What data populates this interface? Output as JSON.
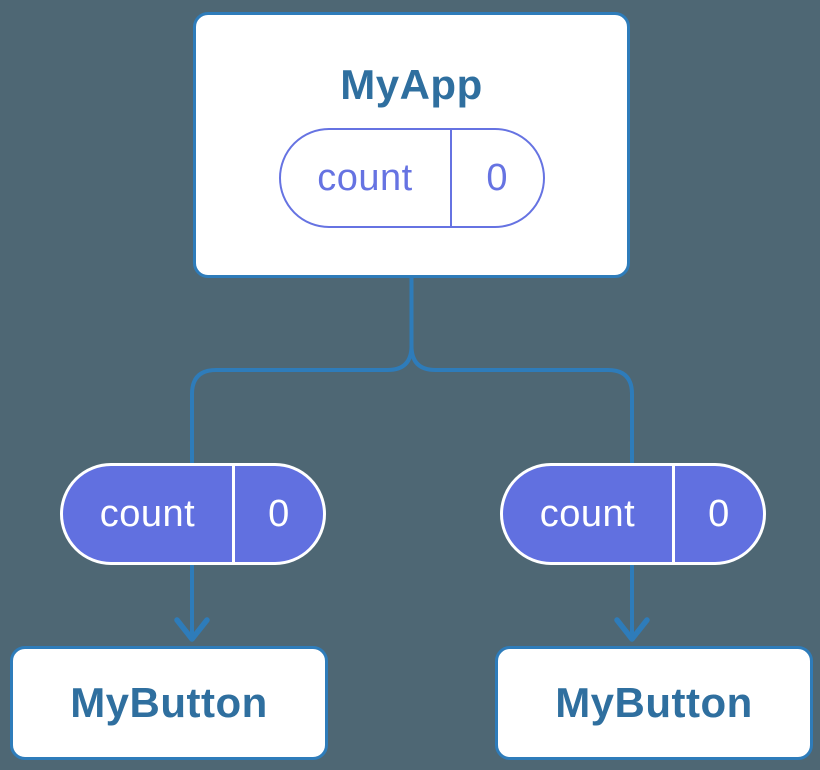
{
  "colors": {
    "background": "#4e6774",
    "line": "#2e7cba",
    "card_border": "#2e7cba",
    "card_text": "#2f6f9f",
    "pill_purple": "#6170e0",
    "pill_outline": "#6673e2"
  },
  "tree": {
    "root": {
      "title": "MyApp",
      "state": {
        "name": "count",
        "value": "0"
      }
    },
    "children": [
      {
        "title": "MyButton",
        "prop": {
          "name": "count",
          "value": "0"
        }
      },
      {
        "title": "MyButton",
        "prop": {
          "name": "count",
          "value": "0"
        }
      }
    ]
  }
}
